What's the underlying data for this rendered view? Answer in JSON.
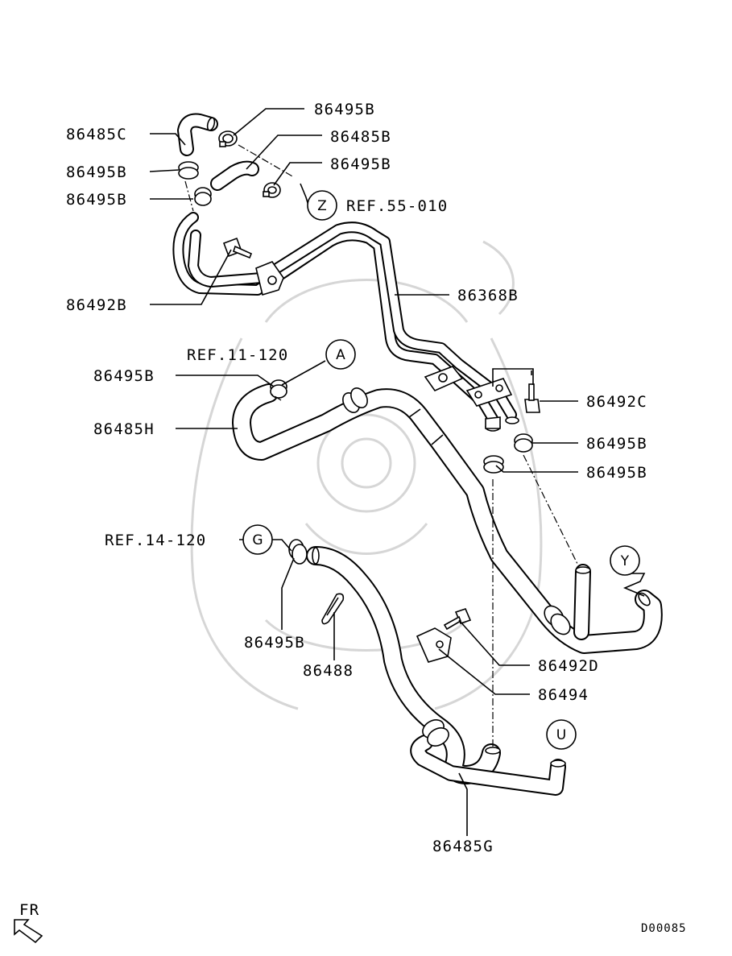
{
  "diagram_id": "D00085",
  "direction_label": "FR",
  "callouts": {
    "p_86485C": "86485C",
    "p_86495B_1": "86495B",
    "p_86485B": "86485B",
    "p_86495B_2": "86495B",
    "p_86495B_3": "86495B",
    "p_86495B_4": "86495B",
    "p_86492B": "86492B",
    "p_86368B": "86368B",
    "p_86495B_5": "86495B",
    "p_86485H": "86485H",
    "p_86492C": "86492C",
    "p_86495B_6": "86495B",
    "p_86495B_7": "86495B",
    "p_86495B_8": "86495B",
    "p_86488": "86488",
    "p_86492D": "86492D",
    "p_86494": "86494",
    "p_86485G": "86485G"
  },
  "references": {
    "ref_z": "REF.55-010",
    "ref_a": "REF.11-120",
    "ref_g": "REF.14-120"
  },
  "connectors": {
    "z": "Z",
    "a": "A",
    "g": "G",
    "y": "Y",
    "u": "U"
  }
}
